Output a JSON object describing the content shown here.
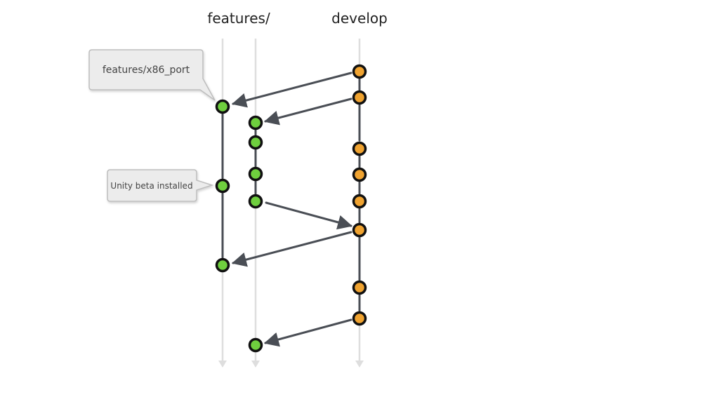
{
  "headers": {
    "features": "features/",
    "develop": "develop"
  },
  "callouts": [
    {
      "id": "callout-x86-port",
      "text": "features/x86_port"
    },
    {
      "id": "callout-unity-beta",
      "text": "Unity beta installed"
    }
  ],
  "lanes": [
    "features-lane-1",
    "features-lane-2",
    "develop-lane"
  ],
  "colors": {
    "lane": "#dedede",
    "edge": "#4a4e55",
    "commit_outline": "#111111",
    "feature_commit": "#6fcf3e",
    "develop_commit": "#f0a330",
    "callout_fill": "#ececec",
    "callout_border": "#bdbdbd"
  },
  "icons": {
    "lane_end": "arrow-down-icon",
    "merge": "arrow-head-icon"
  }
}
